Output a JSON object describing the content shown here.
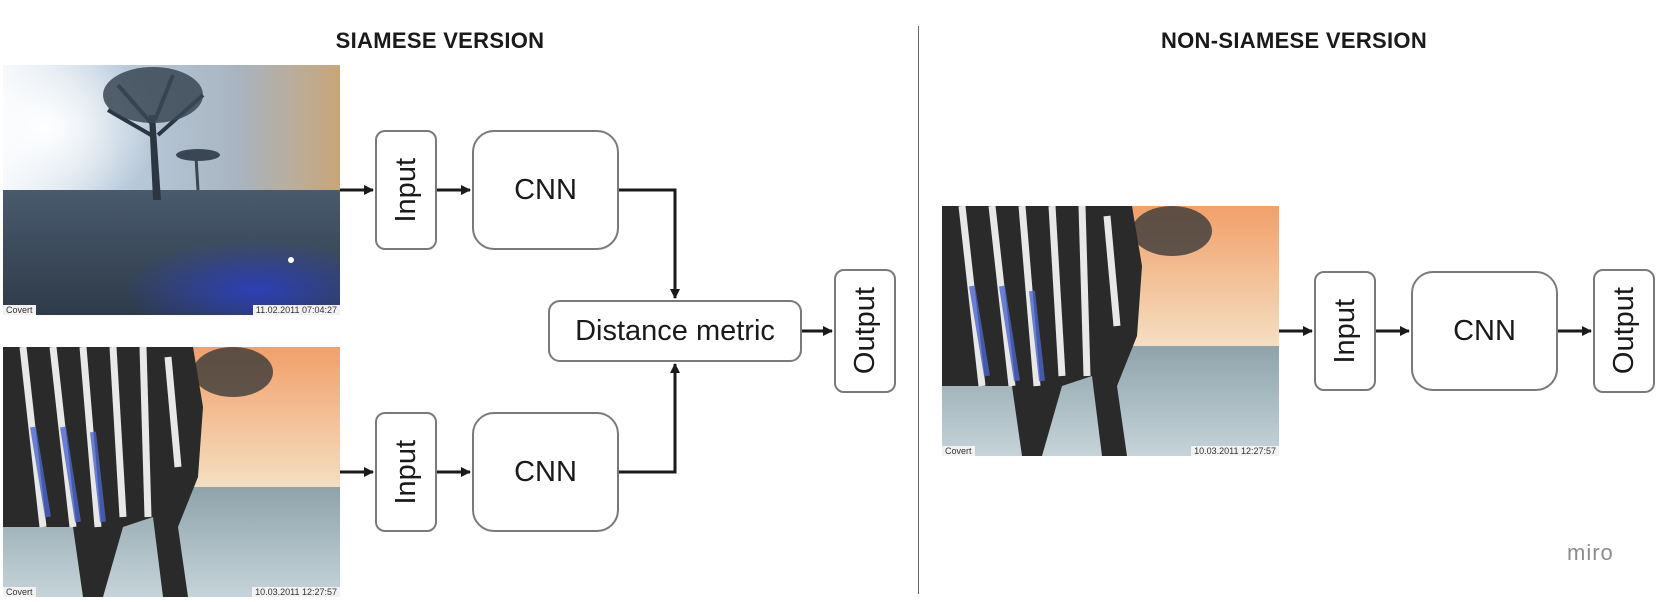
{
  "headings": {
    "siamese": "SIAMESE VERSION",
    "non_siamese": "NON-SIAMESE VERSION"
  },
  "siamese": {
    "top_photo": {
      "caption_left": "Covert",
      "caption_right": "11.02.2011 07:04:27"
    },
    "bottom_photo": {
      "caption_left": "Covert",
      "caption_right": "10.03.2011 12:27:57"
    },
    "input_label": "Input",
    "cnn_label": "CNN",
    "distance_label": "Distance metric",
    "output_label": "Output"
  },
  "non_siamese": {
    "photo": {
      "caption_left": "Covert",
      "caption_right": "10.03.2011 12:27:57"
    },
    "input_label": "Input",
    "cnn_label": "CNN",
    "output_label": "Output"
  },
  "watermark": "miro",
  "colors": {
    "box_border": "#7a7a7a",
    "arrow": "#1a1a1a",
    "divider": "#666666"
  }
}
